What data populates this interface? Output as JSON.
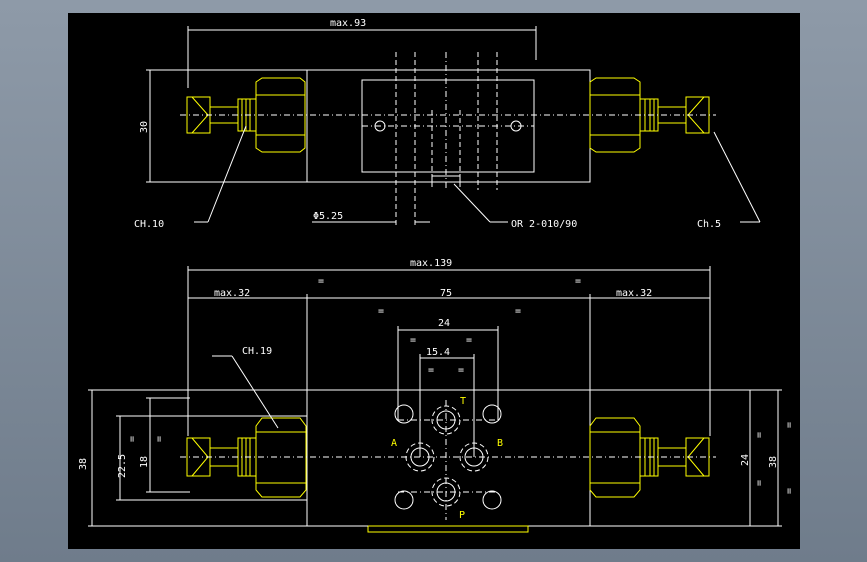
{
  "drawing": {
    "top_view": {
      "overall_width": "max.93",
      "height": "30",
      "hole_dia": "Φ5.25",
      "oring": "OR 2-010/90",
      "left_hex": "CH.10",
      "right_hex": "Ch.5"
    },
    "bottom_view": {
      "overall_width": "max.139",
      "left_width": "max.32",
      "right_width": "max.32",
      "center_width": "75",
      "port_spacing": "24",
      "port_inner": "15.4",
      "hex_body": "CH.19",
      "left_height_outer": "38",
      "left_height_mid": "22.5",
      "left_height_inner": "18",
      "right_height_inner": "24",
      "right_height_outer": "38",
      "equal_mark": "=",
      "port_A": "A",
      "port_B": "B",
      "port_P": "P",
      "port_T": "T"
    }
  },
  "colors": {
    "background": "#000000",
    "outline": "#ffffff",
    "highlight": "#ffff00"
  }
}
